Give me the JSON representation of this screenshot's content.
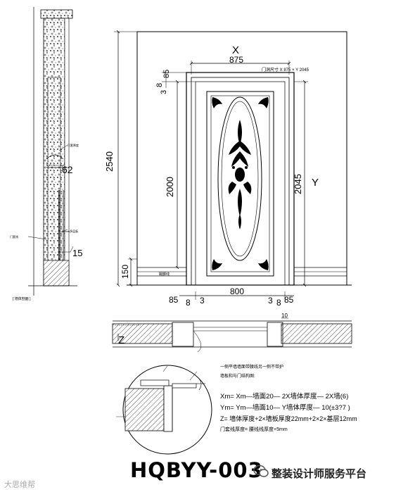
{
  "drawing": {
    "code": "HQBYY-003",
    "watermark_cn": "整装设计师服务平台",
    "watermark_small": "大思维帮",
    "labels": {
      "x": "X",
      "y": "Y",
      "z": "Z",
      "w875": "875",
      "w800": "800",
      "h2540": "2540",
      "h2000": "2000",
      "h2045": "2045",
      "h150": "150",
      "d85a": "85",
      "d8a": "8",
      "d3a": "3",
      "d85l": "85",
      "d8l": "8",
      "d3l": "3",
      "d3r": "3",
      "d8r": "8",
      "d85r": "85",
      "d62": "62",
      "d15": "15",
      "d10": "10",
      "size_note": "门洞尺寸 X 875 × Y 2045",
      "side_note_1": "门套线",
      "side_note_2": "门套厚度",
      "side_note_3": "12mm多层板",
      "side_note_4": "[ 墙体剖面 ]",
      "skirting": "踢脚线",
      "plan_note_1": "一侧平墙墙面带腰线另一侧不带护",
      "plan_note_2": "墙板和与门结构图:"
    },
    "formula": [
      "Xm= Xm—墙面20— 2X墙体厚度— 2X墙(6)",
      "Ym= Ym—墙面10— Y墙体厚度— 10(±3?7 )",
      "Z= 墙体厚度+2×墙板厚度22mm+2×2×基层12mm",
      "门套线厚度= 腰线线厚度+5mm"
    ]
  }
}
